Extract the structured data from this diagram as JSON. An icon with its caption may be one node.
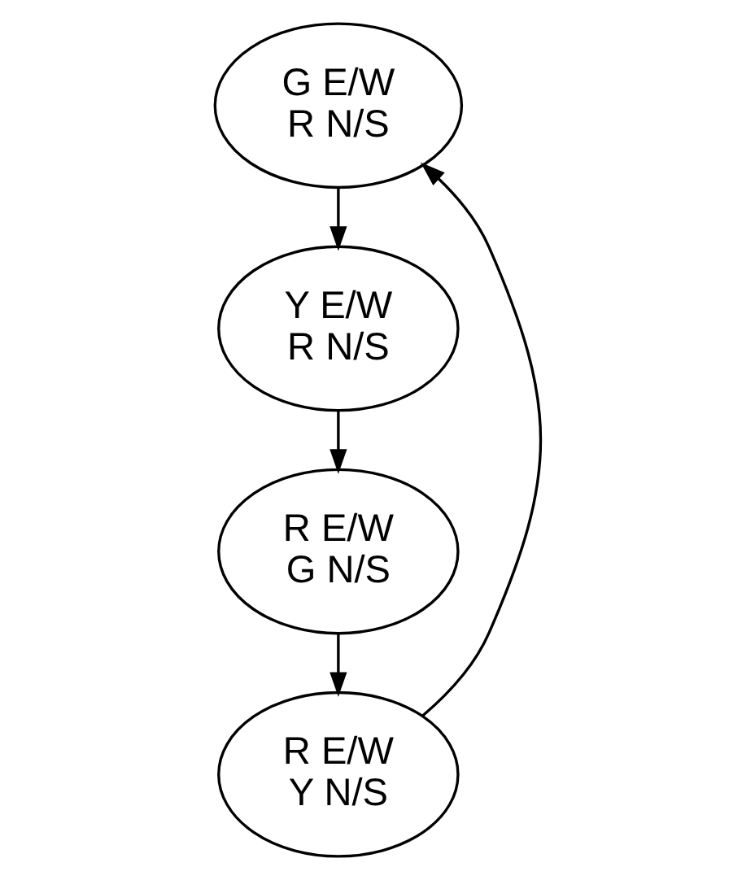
{
  "diagram": {
    "nodes": [
      {
        "text": [
          "G E/W",
          "R N/S"
        ]
      },
      {
        "text": [
          "Y E/W",
          "R N/S"
        ]
      },
      {
        "text": [
          "R E/W",
          "G N/S"
        ]
      },
      {
        "text": [
          "R E/W",
          "Y N/S"
        ]
      }
    ],
    "edges": [
      {
        "from": 0,
        "to": 1,
        "arrow": "to"
      },
      {
        "from": 1,
        "to": 2,
        "arrow": "to"
      },
      {
        "from": 2,
        "to": 3,
        "arrow": "to"
      },
      {
        "from": 3,
        "to": 0,
        "arrow": "to"
      }
    ]
  }
}
